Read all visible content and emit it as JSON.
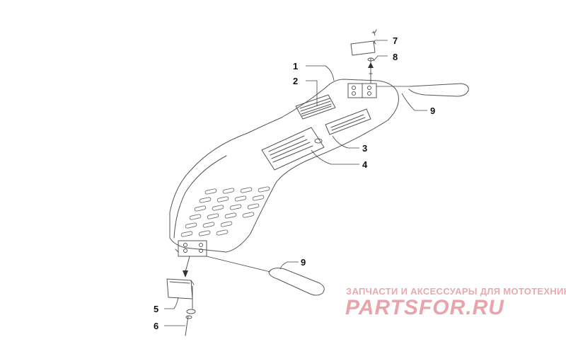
{
  "callouts": [
    "1",
    "2",
    "3",
    "4",
    "5",
    "6",
    "7",
    "8",
    "9",
    "9"
  ],
  "watermark": {
    "tagline": "ЗАПЧАСТИ И АКСЕССУАРЫ ДЛЯ МОТОТЕХНИКИ",
    "brand": "PARTSFOR.RU"
  },
  "colors": {
    "line": "#555555",
    "watermark": "#e8a4aa"
  }
}
